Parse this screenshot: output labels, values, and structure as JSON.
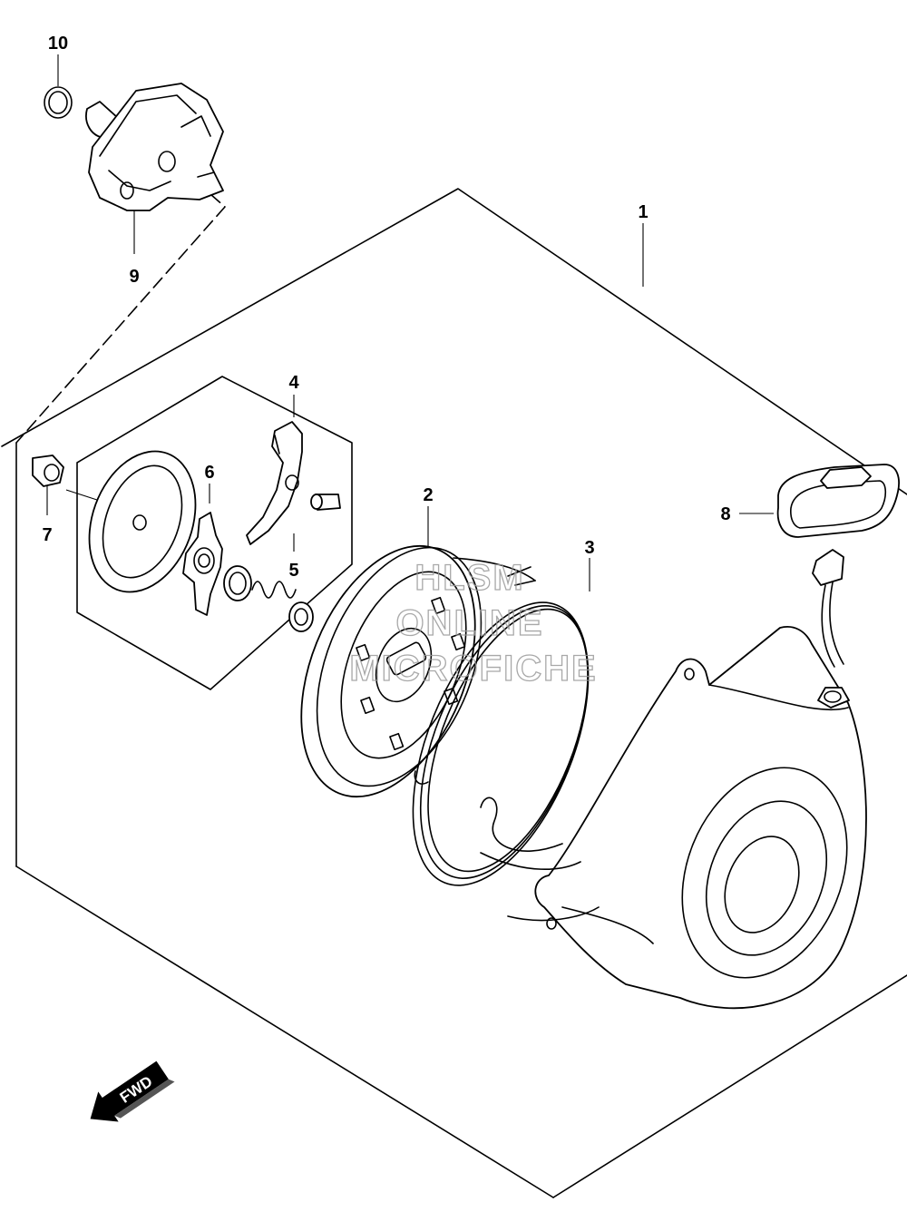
{
  "callouts": [
    {
      "id": "1",
      "label": "1"
    },
    {
      "id": "2",
      "label": "2"
    },
    {
      "id": "3",
      "label": "3"
    },
    {
      "id": "4",
      "label": "4"
    },
    {
      "id": "5",
      "label": "5"
    },
    {
      "id": "6",
      "label": "6"
    },
    {
      "id": "7",
      "label": "7"
    },
    {
      "id": "8",
      "label": "8"
    },
    {
      "id": "9",
      "label": "9"
    },
    {
      "id": "10",
      "label": "10"
    }
  ],
  "watermark": {
    "line1": "HLSM",
    "line2": "ONLINE",
    "line3": "MICROFICHE"
  },
  "direction_arrow": {
    "label": "FWD",
    "icon": "forward-arrow-icon"
  },
  "colors": {
    "line": "#000000",
    "background": "#ffffff",
    "watermark": "#9a9a9a"
  }
}
